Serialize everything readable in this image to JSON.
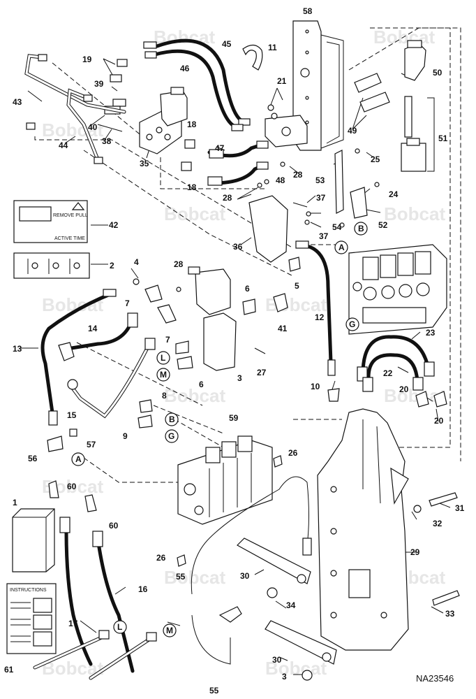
{
  "watermark": "Bobcat",
  "drawing_code": "NA23546",
  "letters": {
    "a": "A",
    "b": "B",
    "g": "G",
    "l": "L",
    "m": "M"
  },
  "decal_42_text": [
    "REMOVE PULL",
    "ACTIVE TIME"
  ],
  "instructions_title": "INSTRUCTIONS",
  "callouts": [
    "1",
    "2",
    "3",
    "4",
    "5",
    "6",
    "7",
    "8",
    "9",
    "10",
    "11",
    "12",
    "13",
    "14",
    "15",
    "16",
    "17",
    "18",
    "19",
    "20",
    "21",
    "22",
    "23",
    "24",
    "25",
    "26",
    "27",
    "28",
    "29",
    "30",
    "31",
    "32",
    "33",
    "34",
    "35",
    "36",
    "37",
    "38",
    "39",
    "40",
    "41",
    "42",
    "43",
    "44",
    "45",
    "46",
    "47",
    "48",
    "49",
    "50",
    "51",
    "52",
    "53",
    "54",
    "55",
    "56",
    "57",
    "58",
    "59",
    "60",
    "61"
  ]
}
